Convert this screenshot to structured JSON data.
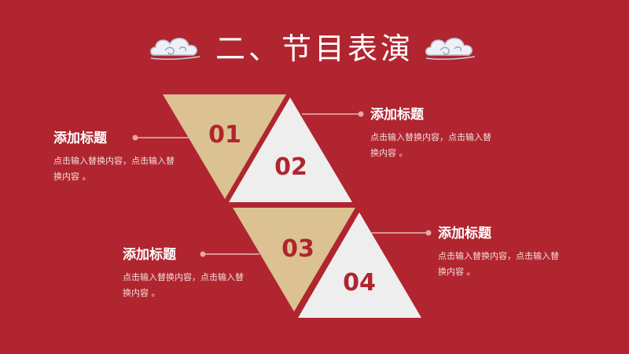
{
  "title": "二、节目表演",
  "icons": {
    "left": "cloud-icon",
    "right": "cloud-icon"
  },
  "colors": {
    "background": "#b0252f",
    "gold": "#dcc192",
    "light": "#efeeee",
    "accent": "#b0252f"
  },
  "items": [
    {
      "number": "01",
      "heading": "添加标题",
      "body": "点击输入替换内容，点击输入替换内容 。"
    },
    {
      "number": "02",
      "heading": "添加标题",
      "body": "点击输入替换内容，点击输入替换内容 。"
    },
    {
      "number": "03",
      "heading": "添加标题",
      "body": "点击输入替换内容，点击输入替换内容 。"
    },
    {
      "number": "04",
      "heading": "添加标题",
      "body": "点击输入替换内容，点击输入替换内容 。"
    }
  ]
}
